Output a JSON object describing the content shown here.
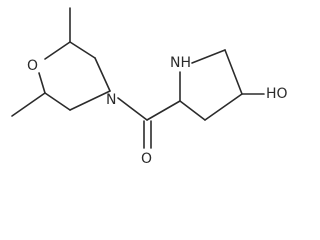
{
  "molecule": {
    "atoms": {
      "ring_oxygen": "O",
      "ring_nitrogen": "N",
      "carbonyl_oxygen": "O",
      "pyrrolidine_nh": "NH",
      "hydroxyl": "HO"
    }
  }
}
